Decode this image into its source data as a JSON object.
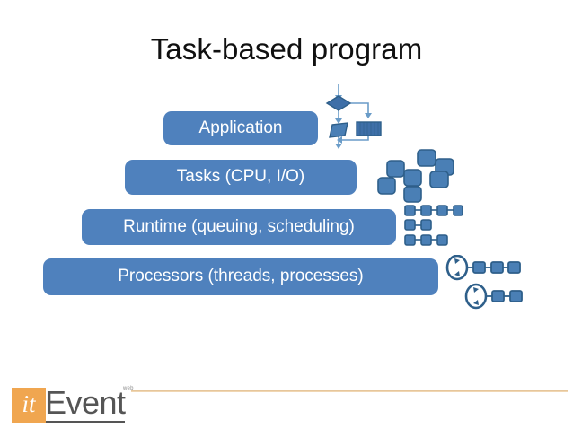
{
  "slide": {
    "title": "Task-based program",
    "background_color": "#ffffff"
  },
  "colors": {
    "bar_fill": "#4f81bd",
    "bar_text": "#ffffff",
    "deco_fill": "#4a7fb5",
    "deco_stroke": "#2e5f8a",
    "logo_orange": "#f0a650",
    "logo_gray": "#555555",
    "title_color": "#101010"
  },
  "pyramid": {
    "name": "task-based-program-pyramid",
    "layers": [
      {
        "id": "application",
        "label": "Application"
      },
      {
        "id": "tasks",
        "label": "Tasks (CPU, I/O)"
      },
      {
        "id": "runtime",
        "label": "Runtime (queuing, scheduling)"
      },
      {
        "id": "processors",
        "label": "Processors (threads, processes)"
      }
    ]
  },
  "decorations": [
    {
      "id": "flowchart",
      "name": "flowchart-icon",
      "description": "flowchart with decision diamond, parallelogram and rectangle nodes connected by arrows"
    },
    {
      "id": "squares",
      "name": "scattered-squares-icon",
      "description": "seven scattered rounded squares"
    },
    {
      "id": "grid",
      "name": "connected-squares-grid-icon",
      "description": "three rows of small squares linked by connectors"
    },
    {
      "id": "cycles",
      "name": "cycle-chain-icon",
      "description": "two circular-arrow cycles each attached to a chain of three squares"
    }
  ],
  "footer": {
    "logo": {
      "name": "itevent-logo",
      "badge_text": "it",
      "word_text": "Event",
      "superscript": "web"
    }
  }
}
